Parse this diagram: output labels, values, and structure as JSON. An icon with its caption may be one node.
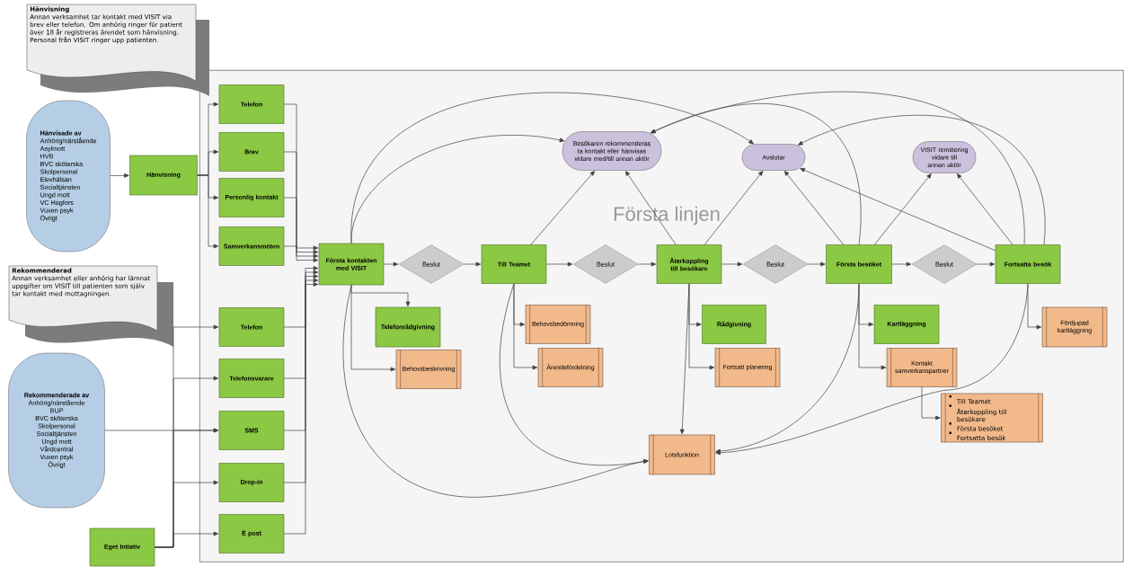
{
  "diagram": {
    "nodes": [
      {
        "text": [
          "Hänvisning",
          "Annan verksamhet tar kontakt med VISIT via brev eller telefon. Om anhörig ringer för patient över 18 år registreras ärendet som hänvisning. Personal från VISIT ringer upp patienten."
        ]
      },
      {
        "text": [
          "Rekommenderad",
          "Annan verksamhet eller anhörig har lämnat uppgifter om VISIT till patienten som själv tar kontakt med mottagningen."
        ]
      },
      {
        "text": [
          "Första linjen"
        ]
      },
      {
        "text": [
          "Hänvisade av",
          "Anhörig/närstående",
          "Asylmott",
          "HVB",
          "BVC sköterska",
          "Skolpersonal",
          "Elevhälsan",
          "Socialtjänsten",
          "Ungd mott",
          "VC Hagfors",
          "Vuxen psyk",
          "Övrigt"
        ]
      },
      {
        "text": [
          "Hänvisning"
        ]
      },
      {
        "text": [
          "Telefon"
        ],
        "in": 2
      },
      {
        "text": [
          "Brev"
        ],
        "in": 2
      },
      {
        "text": [
          "Personlig kontakt"
        ],
        "in": 2
      },
      {
        "text": [
          "Samverkansmöten"
        ],
        "in": 2
      },
      {
        "text": [
          "Rekommenderade av",
          "Anhörig/närstående",
          "BUP",
          "BVC sköterska",
          "Skolpersonal",
          "Socialtjänsten",
          "Ungd mott",
          "Vårdcentral",
          "Vuxen psyk",
          "Övrigt"
        ]
      },
      {
        "text": [
          "Telefon"
        ],
        "in": 2
      },
      {
        "text": [
          "Telefonsvarare"
        ],
        "in": 2
      },
      {
        "text": [
          "SMS"
        ],
        "in": 2
      },
      {
        "text": [
          "Drop-in"
        ],
        "in": 2
      },
      {
        "text": [
          "E post"
        ],
        "in": 2
      },
      {
        "text": [
          "Eget Intiativ"
        ]
      },
      {
        "text": [
          "Första kontakten med VISIT"
        ],
        "in": 2
      },
      {
        "text": [
          "Beslut"
        ],
        "in": 2
      },
      {
        "text": [
          "Till Teamet"
        ],
        "in": 2
      },
      {
        "text": [
          "Beslut"
        ],
        "in": 2
      },
      {
        "text": [
          "Återkoppling till besökare"
        ],
        "in": 2
      },
      {
        "text": [
          "Beslut"
        ],
        "in": 2
      },
      {
        "text": [
          "Första besöket"
        ],
        "in": 2
      },
      {
        "text": [
          "Beslut"
        ],
        "in": 2
      },
      {
        "text": [
          "Fortsatta besök"
        ],
        "in": 2
      },
      {
        "text": [
          "Besökaren rekommenderas ta kontakt eller hänvisas vidare med/till annan aktör"
        ],
        "in": 2
      },
      {
        "text": [
          "Avslutar"
        ],
        "in": 2
      },
      {
        "text": [
          "VISIT remittering vidare till annan aktör"
        ],
        "in": 2
      },
      {
        "text": [
          "Telefonrådgivning"
        ],
        "in": 2
      },
      {
        "text": [
          "Behovsbeskrivning"
        ],
        "in": 2
      },
      {
        "text": [
          "Behovsbedömning"
        ],
        "in": 2
      },
      {
        "text": [
          "Ärendefördelning"
        ],
        "in": 2
      },
      {
        "text": [
          "Rådgivning"
        ],
        "in": 2
      },
      {
        "text": [
          "Fortsatt planering"
        ],
        "in": 2
      },
      {
        "text": [
          "Kartläggning"
        ],
        "in": 2
      },
      {
        "text": [
          "Kontakt samverkanspartner"
        ],
        "in": 2
      },
      {
        "text": [
          "Till Teamet",
          "Återkoppling till besökare",
          "Första besöket",
          "Fortsatta besök"
        ],
        "in": 2
      },
      {
        "text": [
          "Fördjupad kartläggning"
        ],
        "in": 2
      },
      {
        "text": [
          "Lotsfunktion"
        ],
        "in": 2
      }
    ],
    "edges": [
      {
        "from": 3,
        "to": 4,
        "arrow": "to"
      },
      {
        "from": 4,
        "to": 5,
        "arrow": "to"
      },
      {
        "from": 4,
        "to": 6,
        "arrow": "to"
      },
      {
        "from": 4,
        "to": 7,
        "arrow": "to"
      },
      {
        "from": 4,
        "to": 8,
        "arrow": "to"
      },
      {
        "from": 5,
        "to": 16,
        "arrow": "to"
      },
      {
        "from": 6,
        "to": 16,
        "arrow": "to"
      },
      {
        "from": 7,
        "to": 16,
        "arrow": "to"
      },
      {
        "from": 8,
        "to": 16,
        "arrow": "to"
      },
      {
        "from": 9,
        "to": 12,
        "arrow": "to"
      },
      {
        "from": 15,
        "to": 10,
        "arrow": "to"
      },
      {
        "from": 15,
        "to": 11,
        "arrow": "to"
      },
      {
        "from": 15,
        "to": 12,
        "arrow": "to"
      },
      {
        "from": 15,
        "to": 13,
        "arrow": "to"
      },
      {
        "from": 15,
        "to": 14,
        "arrow": "to"
      },
      {
        "from": 10,
        "to": 16,
        "arrow": "to"
      },
      {
        "from": 11,
        "to": 16,
        "arrow": "to"
      },
      {
        "from": 12,
        "to": 16,
        "arrow": "to"
      },
      {
        "from": 13,
        "to": 16,
        "arrow": "to"
      },
      {
        "from": 14,
        "to": 16,
        "arrow": "to"
      },
      {
        "from": 16,
        "to": 17,
        "arrow": "to"
      },
      {
        "from": 17,
        "to": 18,
        "arrow": "to"
      },
      {
        "from": 18,
        "to": 19,
        "arrow": "to"
      },
      {
        "from": 19,
        "to": 20,
        "arrow": "to"
      },
      {
        "from": 20,
        "to": 21,
        "arrow": "to"
      },
      {
        "from": 21,
        "to": 22,
        "arrow": "to"
      },
      {
        "from": 22,
        "to": 23,
        "arrow": "to"
      },
      {
        "from": 23,
        "to": 24,
        "arrow": "to"
      },
      {
        "from": 16,
        "to": 28,
        "arrow": "to"
      },
      {
        "from": 16,
        "to": 29,
        "arrow": "to"
      },
      {
        "from": 18,
        "to": 30,
        "arrow": "to"
      },
      {
        "from": 18,
        "to": 31,
        "arrow": "to"
      },
      {
        "from": 20,
        "to": 32,
        "arrow": "to"
      },
      {
        "from": 20,
        "to": 33,
        "arrow": "to"
      },
      {
        "from": 22,
        "to": 34,
        "arrow": "to"
      },
      {
        "from": 22,
        "to": 35,
        "arrow": "to"
      },
      {
        "from": 35,
        "to": 36,
        "arrow": "to"
      },
      {
        "from": 24,
        "to": 37,
        "arrow": "to"
      },
      {
        "from": 16,
        "to": 25,
        "arrow": "to"
      },
      {
        "from": 16,
        "to": 26,
        "arrow": "to"
      },
      {
        "from": 18,
        "to": 25,
        "arrow": "to"
      },
      {
        "from": 20,
        "to": 25,
        "arrow": "to"
      },
      {
        "from": 20,
        "to": 26,
        "arrow": "to"
      },
      {
        "from": 22,
        "to": 25,
        "arrow": "to"
      },
      {
        "from": 22,
        "to": 26,
        "arrow": "to"
      },
      {
        "from": 22,
        "to": 27,
        "arrow": "to"
      },
      {
        "from": 24,
        "to": 25,
        "arrow": "to"
      },
      {
        "from": 24,
        "to": 26,
        "arrow": "to"
      },
      {
        "from": 24,
        "to": 26,
        "arrow": "to"
      },
      {
        "from": 24,
        "to": 27,
        "arrow": "to"
      },
      {
        "from": 16,
        "to": 38,
        "arrow": "to"
      },
      {
        "from": 18,
        "to": 38,
        "arrow": "to"
      },
      {
        "from": 20,
        "to": 38,
        "arrow": "to"
      },
      {
        "from": 22,
        "to": 38,
        "arrow": "to"
      },
      {
        "from": 24,
        "to": 38,
        "arrow": "to"
      }
    ]
  }
}
